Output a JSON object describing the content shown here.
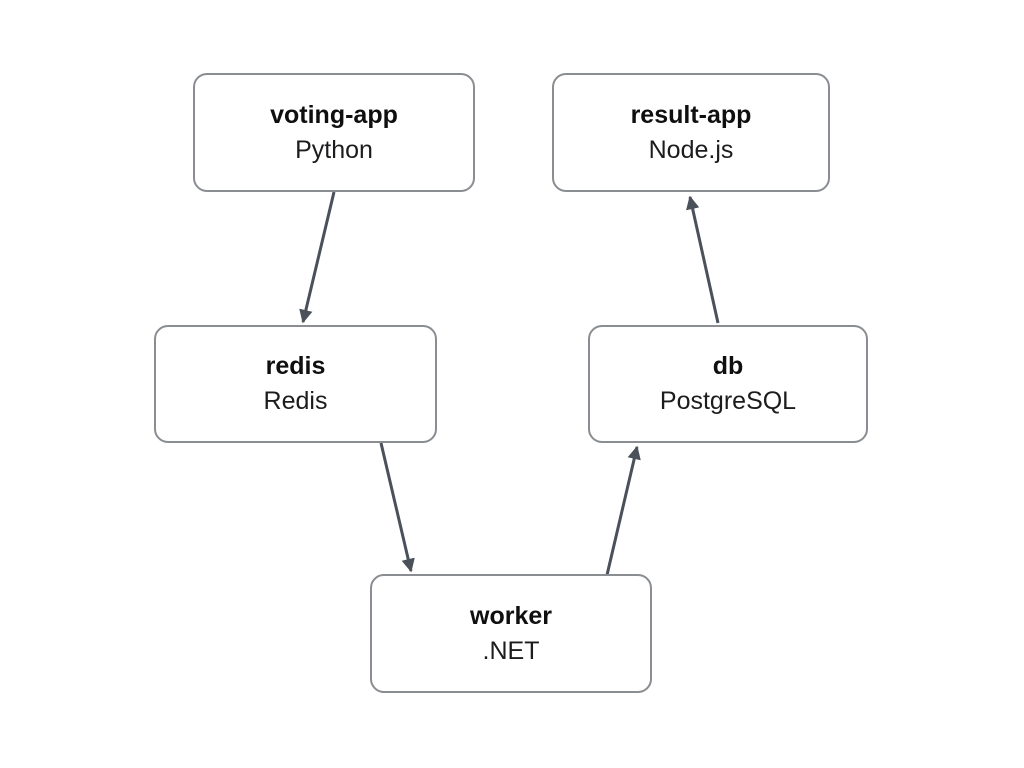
{
  "diagram": {
    "background_color": "#ffffff",
    "node_fill_color": "#ffffff",
    "node_border_color": "#8a8d91",
    "arrow_color": "#4a515b",
    "text_color": "#0f0f10",
    "nodes": [
      {
        "id": "voting-app",
        "title": "voting-app",
        "subtitle": "Python"
      },
      {
        "id": "result-app",
        "title": "result-app",
        "subtitle": "Node.js"
      },
      {
        "id": "redis",
        "title": "redis",
        "subtitle": "Redis"
      },
      {
        "id": "db",
        "title": "db",
        "subtitle": "PostgreSQL"
      },
      {
        "id": "worker",
        "title": "worker",
        "subtitle": ".NET"
      }
    ],
    "edges": [
      {
        "from": "voting-app",
        "to": "redis"
      },
      {
        "from": "redis",
        "to": "worker"
      },
      {
        "from": "worker",
        "to": "db"
      },
      {
        "from": "db",
        "to": "result-app"
      }
    ]
  }
}
